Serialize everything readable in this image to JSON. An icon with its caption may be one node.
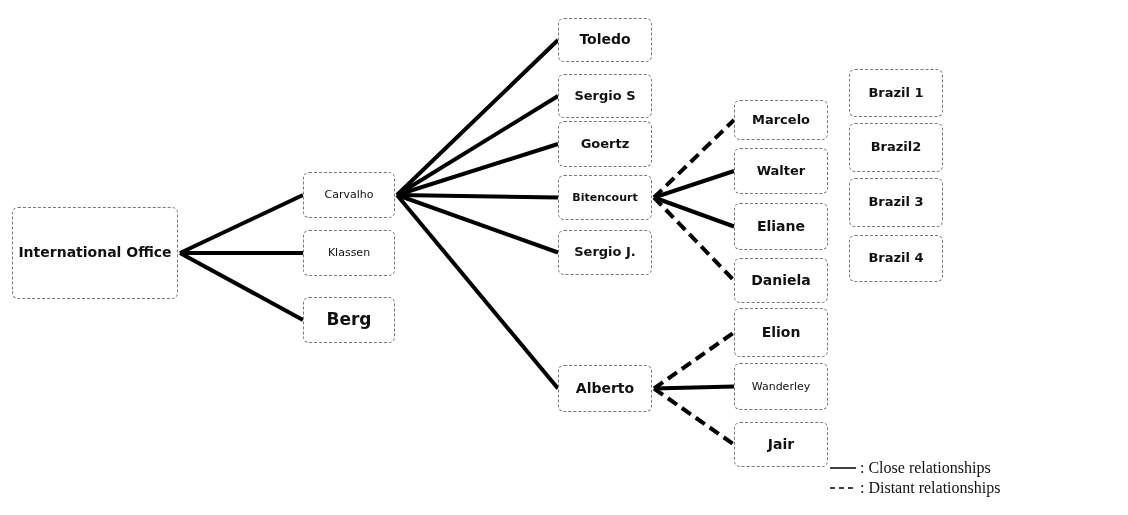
{
  "diagram": {
    "nodes": [
      {
        "text": [
          "International Office"
        ]
      },
      {
        "text": [
          "Carvalho"
        ]
      },
      {
        "text": [
          "Klassen"
        ]
      },
      {
        "text": [
          "Berg"
        ]
      },
      {
        "text": [
          "Toledo"
        ]
      },
      {
        "text": [
          "Sergio S"
        ]
      },
      {
        "text": [
          "Goertz"
        ]
      },
      {
        "text": [
          "Bitencourt"
        ]
      },
      {
        "text": [
          "Sergio J."
        ]
      },
      {
        "text": [
          "Alberto"
        ]
      },
      {
        "text": [
          "Marcelo"
        ]
      },
      {
        "text": [
          "Walter"
        ]
      },
      {
        "text": [
          "Eliane"
        ]
      },
      {
        "text": [
          "Daniela"
        ]
      },
      {
        "text": [
          "Elion"
        ]
      },
      {
        "text": [
          "Wanderley"
        ]
      },
      {
        "text": [
          "Jair"
        ]
      },
      {
        "text": [
          "Brazil 1"
        ]
      },
      {
        "text": [
          "Brazil2"
        ]
      },
      {
        "text": [
          "Brazil 3"
        ]
      },
      {
        "text": [
          "Brazil 4"
        ]
      }
    ],
    "edges": [
      {
        "from": 0,
        "to": 1,
        "arrow": "none"
      },
      {
        "from": 0,
        "to": 2,
        "arrow": "none"
      },
      {
        "from": 0,
        "to": 3,
        "arrow": "none"
      },
      {
        "from": 1,
        "to": 4,
        "arrow": "none"
      },
      {
        "from": 1,
        "to": 5,
        "arrow": "none"
      },
      {
        "from": 1,
        "to": 6,
        "arrow": "none"
      },
      {
        "from": 1,
        "to": 7,
        "arrow": "none"
      },
      {
        "from": 1,
        "to": 8,
        "arrow": "none"
      },
      {
        "from": 1,
        "to": 9,
        "arrow": "none"
      },
      {
        "from": 7,
        "to": 10,
        "arrow": "none",
        "style": "dashed"
      },
      {
        "from": 7,
        "to": 11,
        "arrow": "none"
      },
      {
        "from": 7,
        "to": 12,
        "arrow": "none"
      },
      {
        "from": 7,
        "to": 13,
        "arrow": "none",
        "style": "dashed"
      },
      {
        "from": 9,
        "to": 14,
        "arrow": "none",
        "style": "dashed"
      },
      {
        "from": 9,
        "to": 15,
        "arrow": "none"
      },
      {
        "from": 9,
        "to": 16,
        "arrow": "none",
        "style": "dashed"
      }
    ],
    "legend": [
      {
        "text": ": Close relationships"
      },
      {
        "text": ": Distant relationships"
      }
    ]
  }
}
